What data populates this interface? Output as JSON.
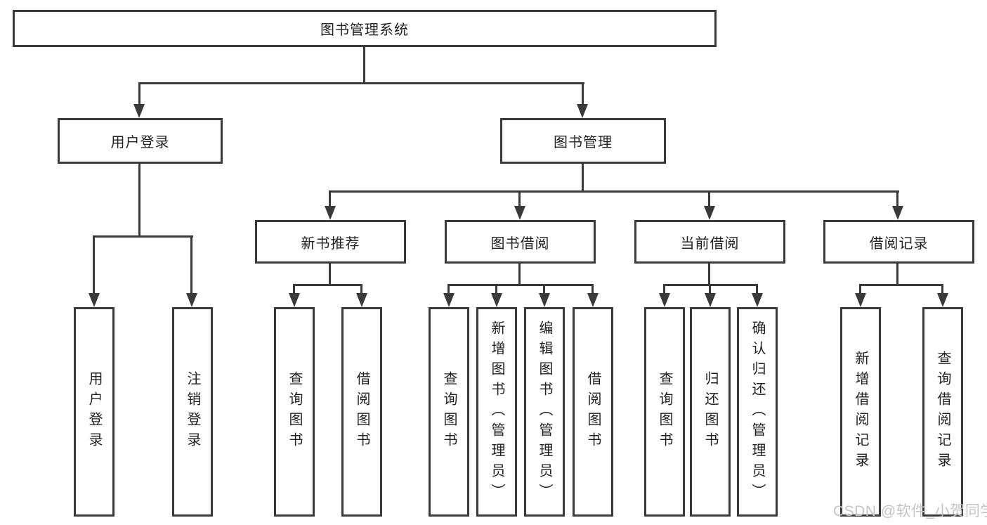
{
  "diagram": {
    "root": "图书管理系统",
    "login_branch": {
      "label": "用户登录",
      "children": [
        "用户登录",
        "注销登录"
      ]
    },
    "mgmt_branch": {
      "label": "图书管理",
      "sections": [
        {
          "label": "新书推荐",
          "items": [
            "查询图书",
            "借阅图书"
          ]
        },
        {
          "label": "图书借阅",
          "items": [
            "查询图书",
            "新增图书（管理员）",
            "编辑图书（管理员）",
            "借阅图书"
          ]
        },
        {
          "label": "当前借阅",
          "items": [
            "查询图书",
            "归还图书",
            "确认归还（管理员）"
          ]
        },
        {
          "label": "借阅记录",
          "items": [
            "新增借阅记录",
            "查询借阅记录"
          ]
        }
      ]
    },
    "colors": {
      "line": "#3a3a3a",
      "text": "#222222",
      "background": "#ffffff",
      "watermark": "#c4c4c4"
    },
    "watermark": "CSDN @软件_小贺同学"
  }
}
